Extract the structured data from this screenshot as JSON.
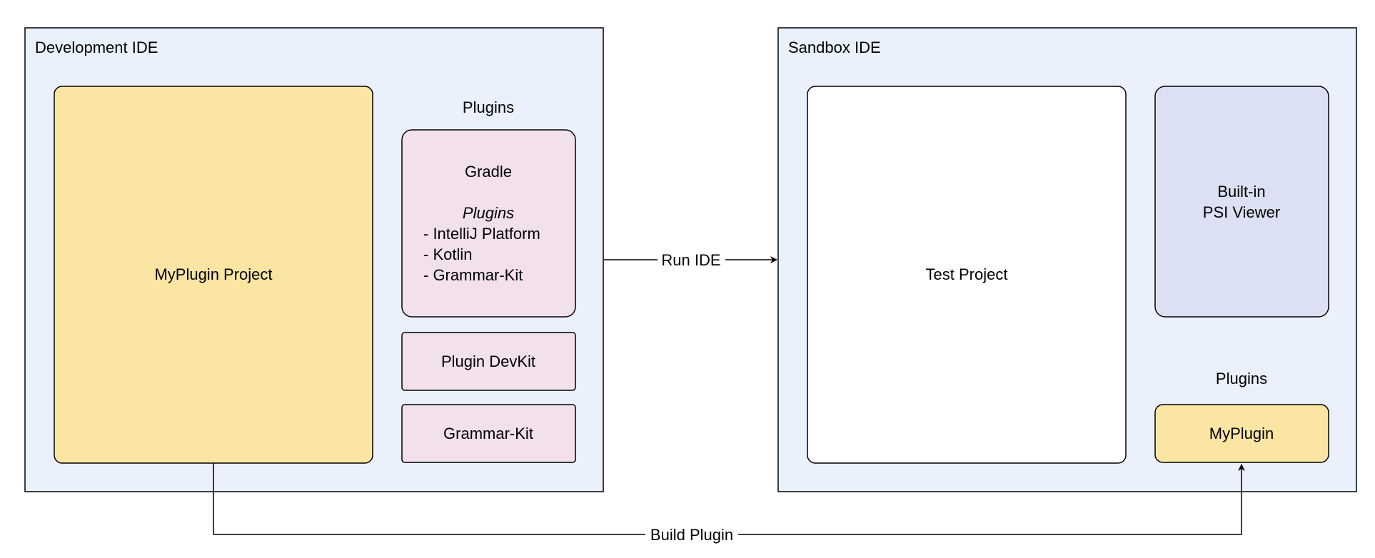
{
  "colors": {
    "container_fill": "#eaf1fd",
    "project_fill": "#fae5a3",
    "plugin_fill": "#f2e0ec",
    "viewer_fill": "#dbe0f2",
    "test_fill": "#ffffff",
    "stroke": "#000000"
  },
  "dev_ide": {
    "title": "Development IDE",
    "project_label": "MyPlugin Project",
    "plugins_heading": "Plugins",
    "gradle": {
      "title": "Gradle",
      "subtitle": "Plugins",
      "items": [
        "- IntelliJ Platform",
        "- Kotlin",
        "- Grammar-Kit"
      ]
    },
    "devkit_label": "Plugin DevKit",
    "grammarkit_label": "Grammar-Kit"
  },
  "sandbox_ide": {
    "title": "Sandbox IDE",
    "test_project_label": "Test Project",
    "psi_viewer_lines": [
      "Built-in",
      "PSI Viewer"
    ],
    "plugins_heading": "Plugins",
    "myplugin_label": "MyPlugin"
  },
  "edges": {
    "run_ide_label": "Run IDE",
    "build_plugin_label": "Build Plugin"
  }
}
